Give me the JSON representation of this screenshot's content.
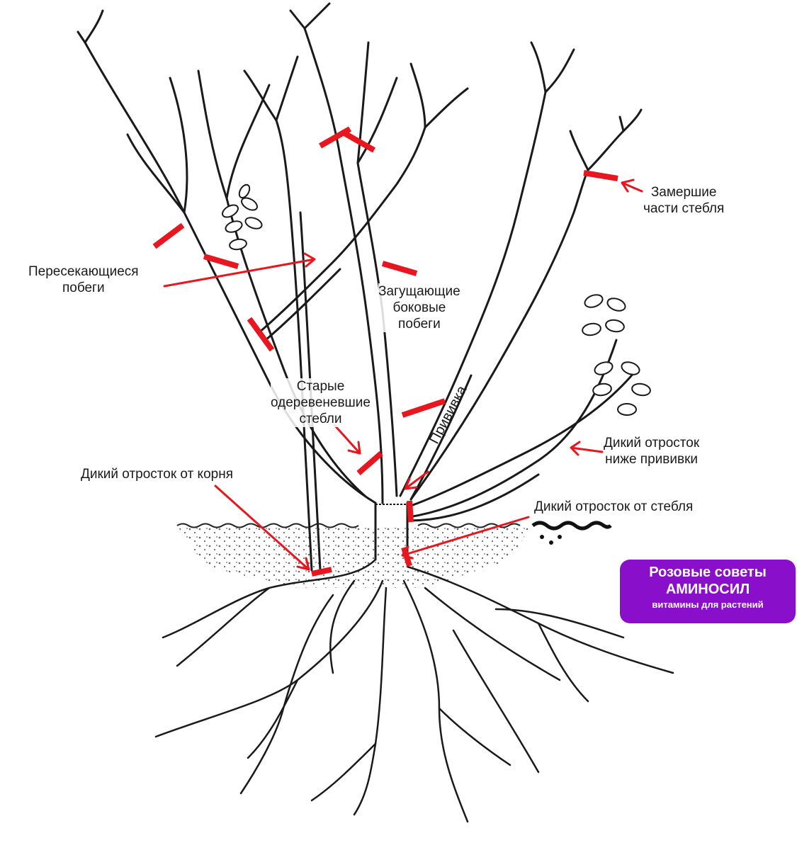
{
  "colors": {
    "accent": "#e8161e",
    "ink": "#1a1a1a",
    "badge": "#8a0fcb"
  },
  "labels": {
    "frozen": [
      "Замершие",
      "части стебля"
    ],
    "crossing": [
      "Пересекающиеся",
      "побеги"
    ],
    "thickening": [
      "Загущающие",
      "боковые",
      "побеги"
    ],
    "old_stems": [
      "Старые",
      "одеревеневшие",
      "стебли"
    ],
    "grafting": "Прививка",
    "wild_below_graft": [
      "Дикий отросток",
      "ниже прививки"
    ],
    "wild_from_root": "Дикий отросток от корня",
    "wild_from_stem": "Дикий отросток от стебля"
  },
  "badge": {
    "line1": "Розовые советы",
    "line2": "АМИНОСИЛ",
    "line3": "витамины для растений"
  }
}
